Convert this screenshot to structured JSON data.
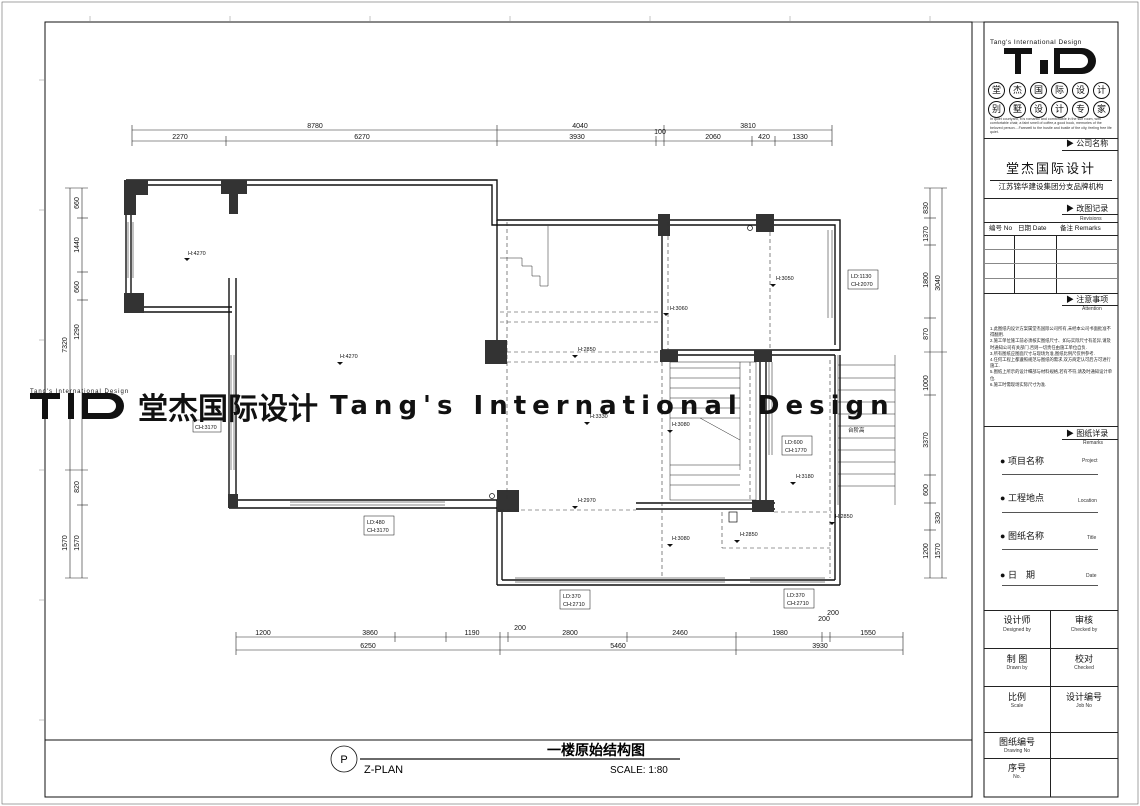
{
  "drawing": {
    "title": "一楼原始结构图",
    "plan_code": "Z-PLAN",
    "plan_marker": "P",
    "scale": "SCALE: 1:80"
  },
  "dimensions": {
    "top_row1": [
      "8780",
      "4040",
      "3810"
    ],
    "top_row2": [
      "2270",
      "6270",
      "3930",
      "100",
      "2060",
      "420",
      "1330"
    ],
    "bottom_row1": [
      "1200",
      "3860",
      "1190",
      "200",
      "2800",
      "2460",
      "1980",
      "200",
      "200",
      "1550"
    ],
    "bottom_row2": [
      "6250",
      "5460",
      "3930"
    ],
    "left_row1": [
      "660",
      "1440",
      "660",
      "1290",
      "820",
      "1570"
    ],
    "left_total": [
      "7320",
      "1570"
    ],
    "right_row1": [
      "830",
      "1370",
      "1800",
      "870",
      "1000",
      "3370",
      "600",
      "330",
      "1200",
      "1570"
    ],
    "right_total": [
      "3040"
    ]
  },
  "room_labels": {
    "heights": [
      "H:4270",
      "H:4270",
      "H:3050",
      "H:3060",
      "H:2850",
      "H:3330",
      "H:3080",
      "H:3180",
      "H:2970",
      "H:2850",
      "H:2850",
      "H:3080"
    ],
    "openings": [
      [
        "LD:1130",
        "CH:2070"
      ],
      [
        "LD:600",
        "CH:1770"
      ],
      [
        "LD:480",
        "CH:3170"
      ],
      [
        "LD:370",
        "CH:2710"
      ],
      [
        "LD:370",
        "CH:2710"
      ],
      [
        "CH:3170"
      ]
    ],
    "stair_note": "台阶高"
  },
  "watermark": {
    "small": "Tang's International Design",
    "logo": "TID",
    "cn": "堂杰国际设计",
    "en": "Tang's International Design"
  },
  "title_block": {
    "brand_en": "Tang's International Design",
    "logo": "TID",
    "slogan_chars": [
      "堂",
      "杰",
      "国",
      "际",
      "设",
      "计",
      "别",
      "墅",
      "设",
      "计",
      "专",
      "家"
    ],
    "blurb": "In quiet courtyard, it is romantic and comfortable in the sun room, with comfortable chair, a faint smell of coffee,a good book, memories of the beloved person....Farewell to the hustle and bustle of the city, feeling free life quiet.",
    "company_header": "公司名称",
    "company_name": "堂杰国际设计",
    "company_sub": "江苏锦华建设集团分支品牌机构",
    "revisions_cn": "改图记录",
    "revisions_en": "Revisions",
    "rev_cols": [
      "编号 No",
      "日期 Date",
      "备注 Remarks"
    ],
    "attention_cn": "注意事项",
    "attention_en": "Attention",
    "notes": [
      "1.此图纸内设计方案属堂杰国际公司所有,未经本公司书面批准不得翻用.",
      "2.施工单位施工前必须核实图纸尺寸、如与实际尺寸有差异,请及时通知公司有关部门.否则一切责任由施工单位自负.",
      "3.所有图纸应图面尺寸与现场为准,图纸比例尺仅供参考.",
      "4.任何工程上都遵照规范与图纸的需求,双方商定认可后方可进行施工.",
      "5.图纸上所示的设计细部与材料规格,若有不符,请及时通知设计单位.",
      "6.施工时需现场实际尺寸为准."
    ],
    "remarks_cn": "图纸详录",
    "remarks_en": "Remarks",
    "fields": [
      {
        "cn": "项目名称",
        "en": "Project"
      },
      {
        "cn": "工程地点",
        "en": "Location"
      },
      {
        "cn": "图纸名称",
        "en": "Title"
      },
      {
        "cn": "日　期",
        "en": "Date"
      }
    ],
    "sign": [
      {
        "cn": "设计师",
        "en": "Designed by"
      },
      {
        "cn": "审核",
        "en": "Checked by"
      },
      {
        "cn": "制 图",
        "en": "Drawn by"
      },
      {
        "cn": "校对",
        "en": "Checked"
      },
      {
        "cn": "比例",
        "en": "Scale"
      },
      {
        "cn": "设计编号",
        "en": "Job No"
      },
      {
        "cn": "图纸编号",
        "en": "Drawing No"
      },
      {
        "cn": "序号",
        "en": "No."
      }
    ]
  }
}
